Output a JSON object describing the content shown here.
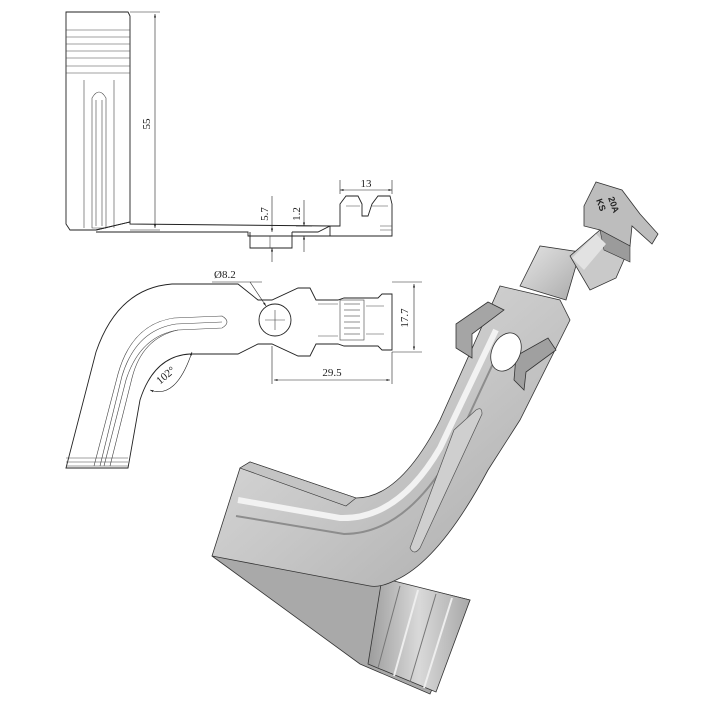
{
  "dimensions": {
    "height": "55",
    "width_top": "13",
    "tab_height": "5.7",
    "thickness": "1.2",
    "hole_diameter": "Ø8.2",
    "crimp_height": "17.7",
    "length": "29.5",
    "angle": "102°"
  },
  "marking": {
    "line1": "20A",
    "line2": "KS"
  },
  "colors": {
    "line": "#222222",
    "metal_light": "#d6d6d6",
    "metal_mid": "#b8b8b8",
    "metal_dark": "#8f8f8f"
  }
}
